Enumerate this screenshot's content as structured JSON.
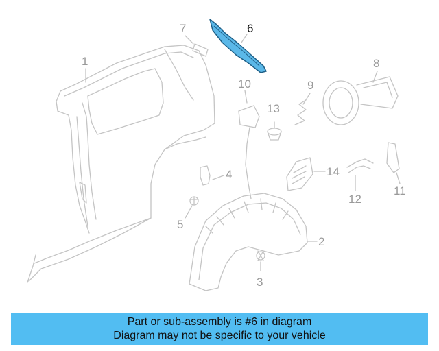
{
  "callouts": {
    "c1": "1",
    "c2": "2",
    "c3": "3",
    "c4": "4",
    "c5": "5",
    "c6": "6",
    "c7": "7",
    "c8": "8",
    "c9": "9",
    "c10": "10",
    "c11": "11",
    "c12": "12",
    "c13": "13",
    "c14": "14"
  },
  "highlight_part": "6",
  "banner": {
    "line1": "Part or sub-assembly is #6 in diagram",
    "line2": "Diagram may not be specific to your vehicle"
  },
  "colors": {
    "line": "#c4c4c4",
    "highlight_fill": "#5bb8e8",
    "highlight_stroke": "#1f5f86",
    "banner": "#52bdf2"
  }
}
